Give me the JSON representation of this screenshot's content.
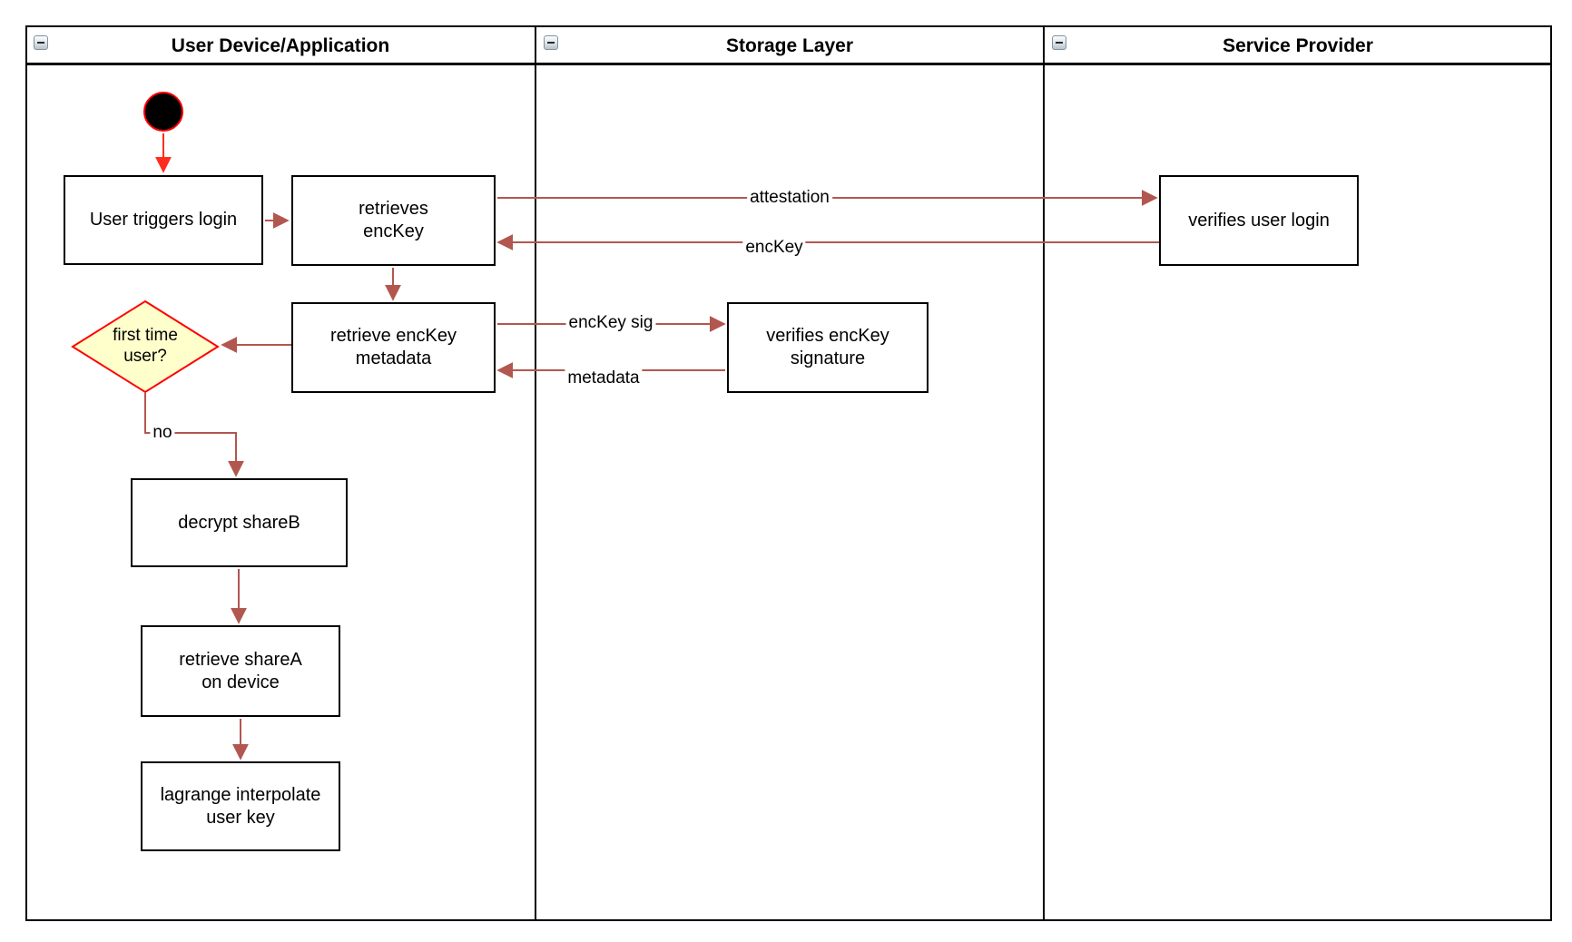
{
  "diagram": {
    "lanes": [
      {
        "title": "User Device/Application",
        "collapse_icon": "minus"
      },
      {
        "title": "Storage Layer",
        "collapse_icon": "minus"
      },
      {
        "title": "Service Provider",
        "collapse_icon": "minus"
      }
    ],
    "nodes": {
      "start": "initial-state",
      "user_triggers_login": "User triggers login",
      "retrieves_enckey": "retrieves\nencKey",
      "retrieve_enckey_metadata": "retrieve encKey\nmetadata",
      "first_time_user": "first time\nuser?",
      "decrypt_shareb": "decrypt shareB",
      "retrieve_sharea": "retrieve shareA\non device",
      "lagrange_interpolate": "lagrange interpolate\nuser key",
      "verifies_enckey_signature": "verifies encKey\nsignature",
      "verifies_user_login": "verifies user login"
    },
    "edge_labels": {
      "attestation": "attestation",
      "enckey": "encKey",
      "enckey_sig": "encKey sig",
      "metadata": "metadata",
      "no": "no"
    },
    "colors": {
      "connector": "#b25750",
      "start_arrow": "#ff2d1f",
      "shape_red": "#ff0000",
      "decision_fill": "#ffffcc"
    }
  }
}
